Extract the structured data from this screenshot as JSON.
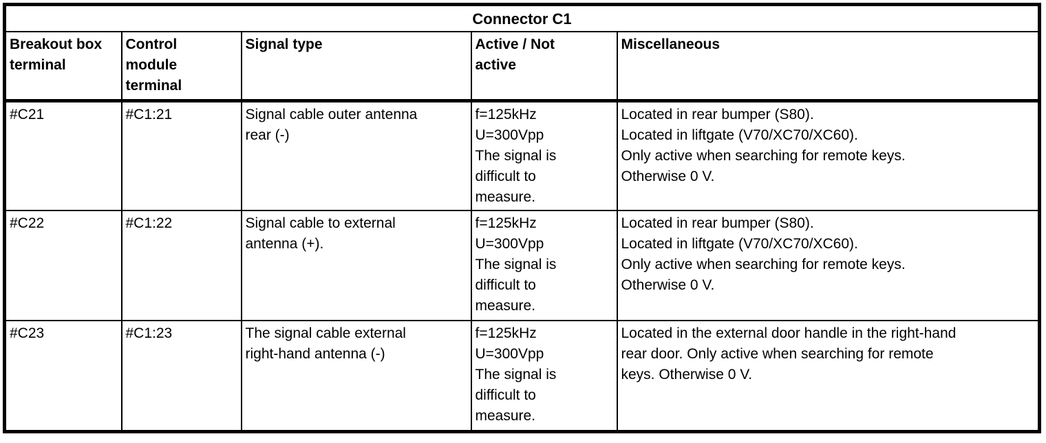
{
  "title": "Connector C1",
  "columns": [
    "Breakout box\nterminal",
    "Control\nmodule\nterminal",
    "Signal type",
    "Active / Not\nactive",
    "Miscellaneous"
  ],
  "rows": [
    {
      "breakout_box_terminal": "#C21",
      "control_module_terminal": "#C1:21",
      "signal_type": "Signal cable outer antenna\nrear (-)",
      "active_not_active": "f=125kHz\nU=300Vpp\nThe signal is\ndifficult to\nmeasure.",
      "miscellaneous": "Located in rear bumper (S80).\nLocated in liftgate (V70/XC70/XC60).\nOnly active when searching for remote keys.\nOtherwise 0 V."
    },
    {
      "breakout_box_terminal": "#C22",
      "control_module_terminal": "#C1:22",
      "signal_type": "Signal cable to external\nantenna (+).",
      "active_not_active": "f=125kHz\nU=300Vpp\nThe signal is\ndifficult to\nmeasure.",
      "miscellaneous": "Located in rear bumper (S80).\nLocated in liftgate (V70/XC70/XC60).\nOnly active when searching for remote keys.\nOtherwise 0 V."
    },
    {
      "breakout_box_terminal": "#C23",
      "control_module_terminal": "#C1:23",
      "signal_type": "The signal cable external\nright-hand antenna (-)",
      "active_not_active": "f=125kHz\nU=300Vpp\nThe signal is\ndifficult to\nmeasure.",
      "miscellaneous": "Located in the external door handle in the right-hand\nrear door. Only active when searching for remote\nkeys. Otherwise 0 V."
    }
  ],
  "colors": {
    "border": "#000000",
    "text": "#000000",
    "background": "#ffffff"
  }
}
